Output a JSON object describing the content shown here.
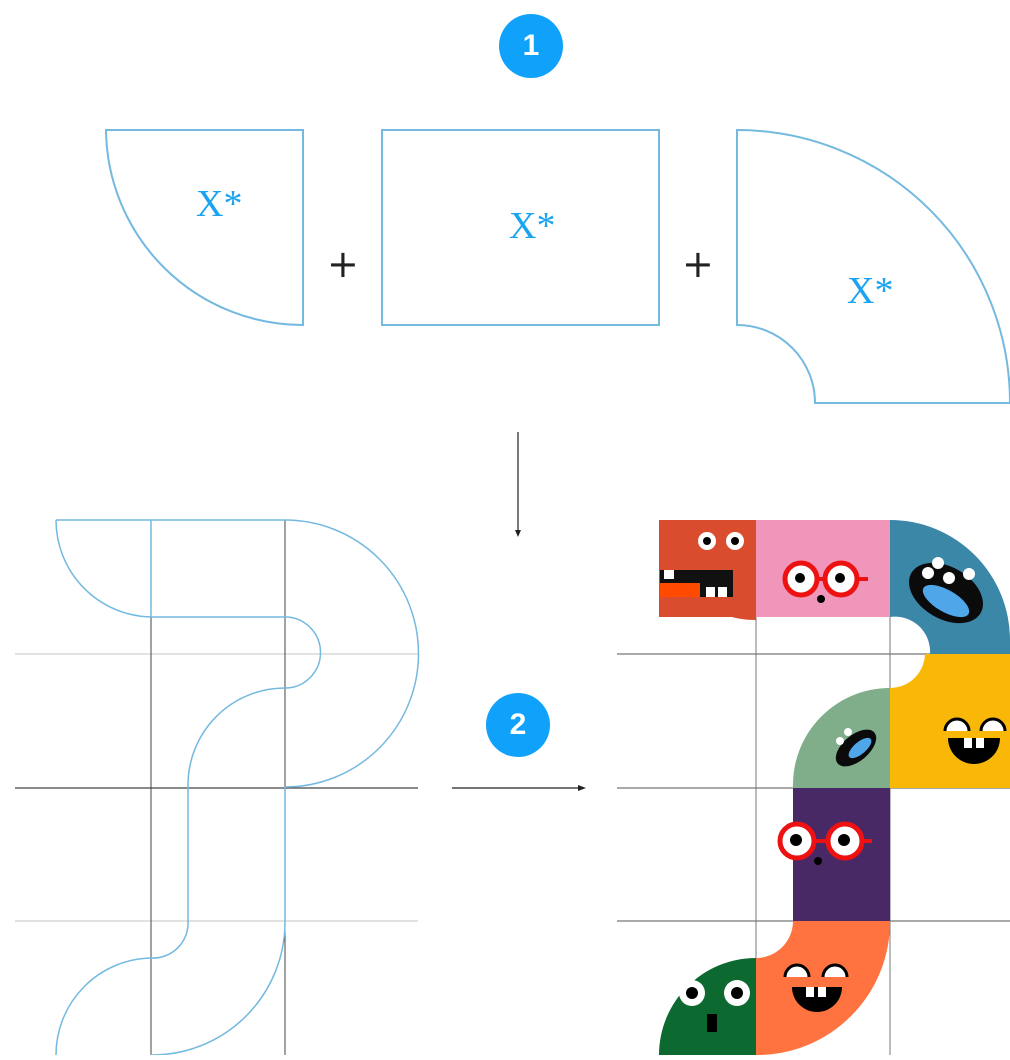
{
  "step1": {
    "badge": "1"
  },
  "step2": {
    "badge": "2"
  },
  "shapes": {
    "quarter_label": "X*",
    "rect_label": "X*",
    "arc_label": "X*"
  },
  "operators": {
    "plus1": "+",
    "plus2": "+"
  },
  "colors": {
    "accent_blue": "#10a2fb",
    "outline_blue": "#74b9e0",
    "grid_dark": "#444444",
    "grid_light": "#d8d8d8",
    "tile_red": "#d94c2e",
    "tile_pink": "#f096ba",
    "tile_teal": "#3a87a8",
    "tile_yellow": "#f9b807",
    "tile_sage": "#80ae8a",
    "tile_purple": "#482865",
    "tile_orange": "#ff7340",
    "tile_green": "#0c6930"
  },
  "characters": [
    "red-screaming-face",
    "pink-glasses-face",
    "teal-laughing-face",
    "yellow-grinning-face",
    "sage-laughing-face",
    "purple-glasses-face",
    "orange-grinning-face",
    "green-surprised-face"
  ]
}
